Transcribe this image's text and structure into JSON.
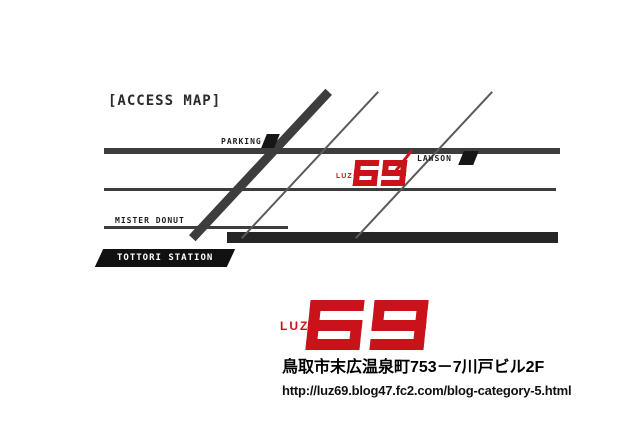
{
  "colors": {
    "accent_red": "#c9121a",
    "road_dark": "#3d3d3d",
    "road_thin": "#5a5a5a",
    "street_black": "#262626"
  },
  "map": {
    "title": "[ACCESS MAP]",
    "labels": {
      "parking": "PARKING",
      "lawson": "LAWSON",
      "mister_donut": "MISTER DONUT",
      "tottori_station": "TOTTORI STATION"
    },
    "marker_logo": {
      "luz": "LUZ",
      "digits": "69"
    }
  },
  "footer": {
    "logo": {
      "luz": "LUZ",
      "digits": "69"
    },
    "address": "鳥取市末広温泉町753－7川戸ビル2F",
    "url": "http://luz69.blog47.fc2.com/blog-category-5.html"
  }
}
